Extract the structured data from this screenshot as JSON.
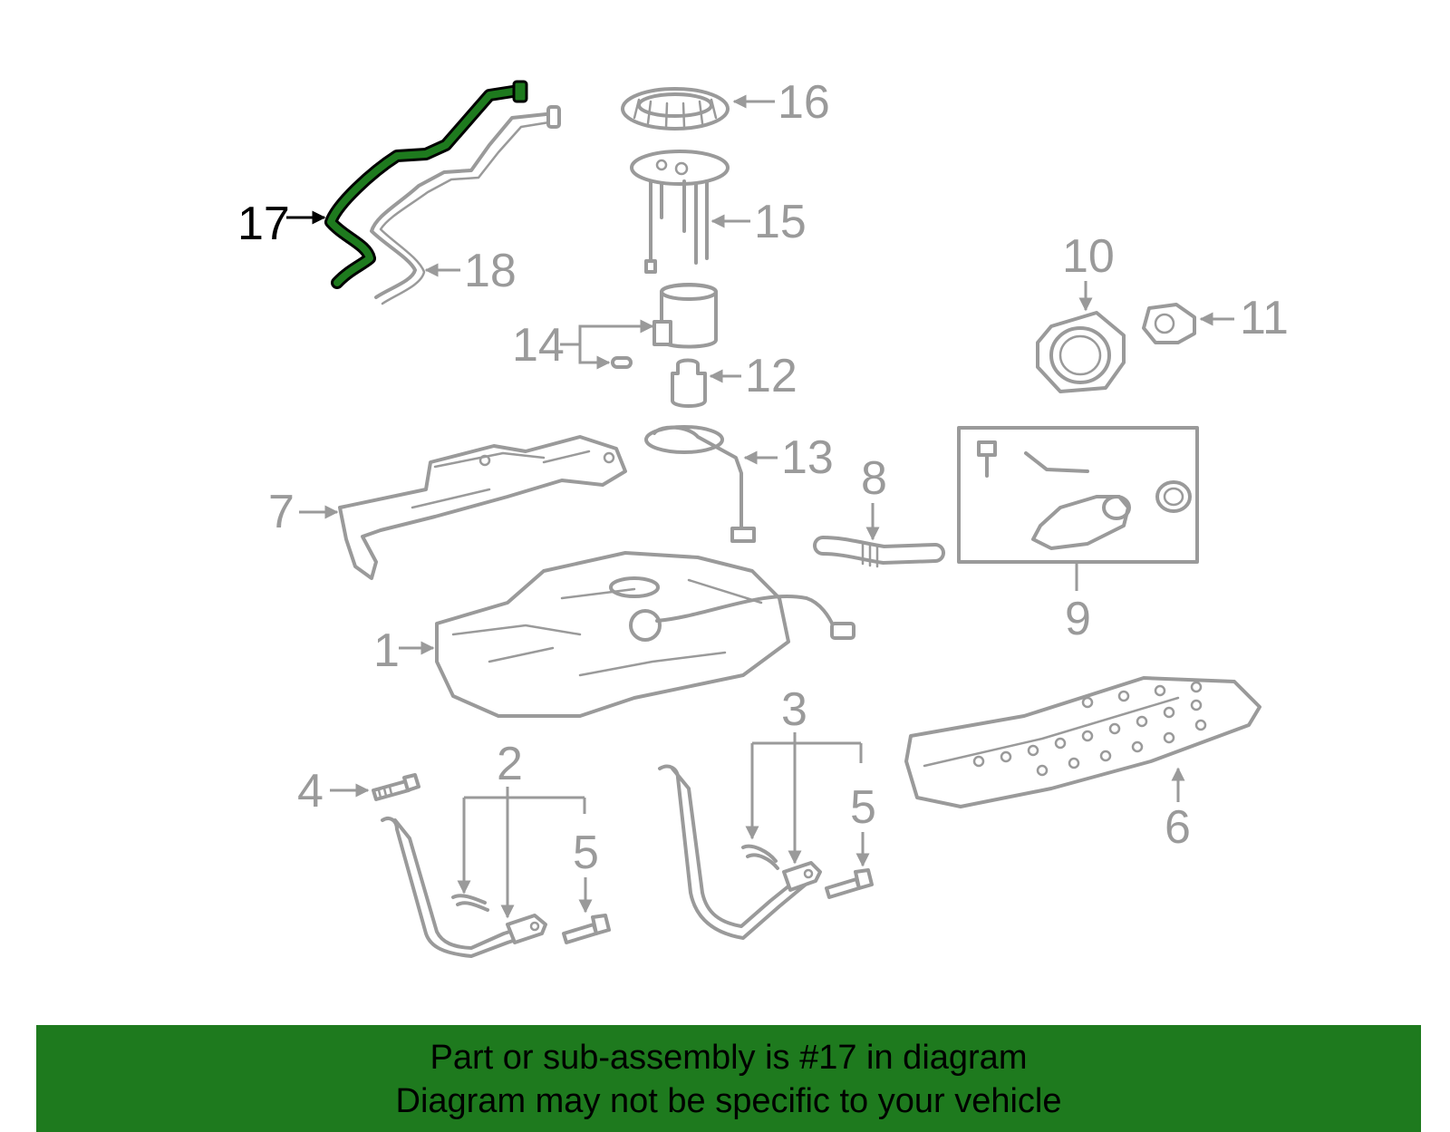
{
  "colors": {
    "part_line": "#9a9a9a",
    "highlight_fill": "#1e7a1e",
    "highlight_stroke": "#000000",
    "banner_bg": "#1e7a1e",
    "text_dark": "#000000"
  },
  "highlighted_part": "17",
  "callouts": {
    "c1": "1",
    "c2": "2",
    "c3": "3",
    "c4": "4",
    "c5a": "5",
    "c5b": "5",
    "c6": "6",
    "c7": "7",
    "c8": "8",
    "c9": "9",
    "c10": "10",
    "c11": "11",
    "c12": "12",
    "c13": "13",
    "c14": "14",
    "c15": "15",
    "c16": "16",
    "c17": "17",
    "c18": "18"
  },
  "banner": {
    "line1": "Part or sub-assembly is #17 in diagram",
    "line2": "Diagram may not be specific to your vehicle"
  }
}
